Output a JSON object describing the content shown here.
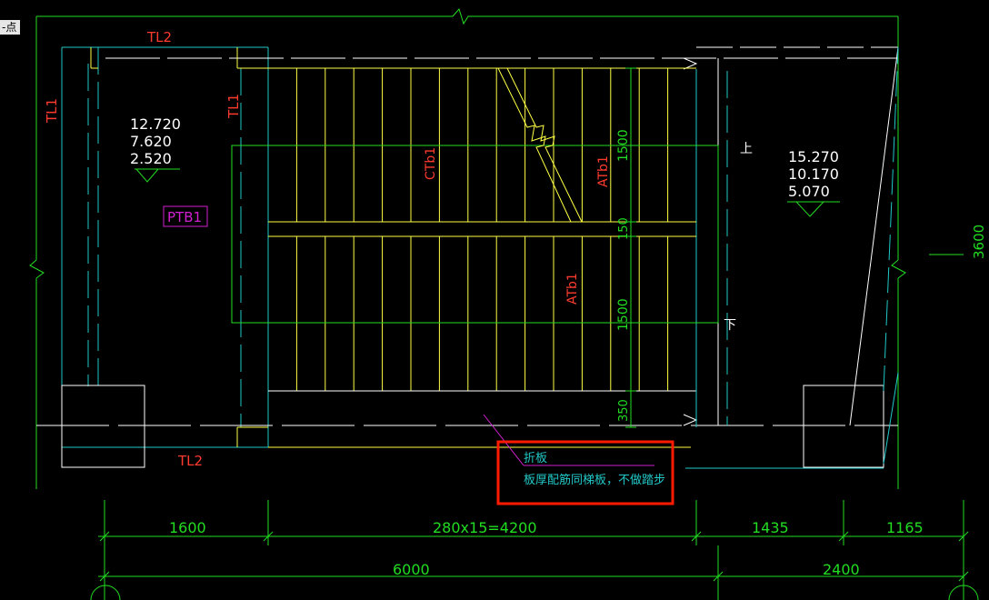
{
  "toolbar": {
    "corner_label": "-点"
  },
  "colors": {
    "background": "#000000",
    "green": "#22dd22",
    "white": "#ffffff",
    "yellow": "#ffff44",
    "cyan": "#22c8c8",
    "red": "#ff3b2f",
    "magenta": "#d020d0",
    "highlight": "#ff1a00"
  },
  "beams": {
    "tl2_top": "TL2",
    "tl2_bottom": "TL2",
    "tl1_left": "TL1",
    "tl1_mid": "TL1"
  },
  "elevations": {
    "left": [
      "12.720",
      "7.620",
      "2.520"
    ],
    "right": [
      "15.270",
      "10.170",
      "5.070"
    ]
  },
  "slabs": {
    "ptb1": "PTB1",
    "ctb1": "CTb1",
    "atb1_upper": "ATb1",
    "atb1_lower": "ATb1"
  },
  "stair_dims": {
    "upper_flight": "1500",
    "landing_gap": "150",
    "lower_flight": "1500",
    "bottom": "350"
  },
  "direction": {
    "up": "上",
    "down": "下"
  },
  "side_dim": "3600",
  "note": {
    "line1": "折板",
    "line2": "板厚配筋同梯板，不做踏步"
  },
  "dimensions": {
    "row1": [
      "1600",
      "280x15=4200",
      "1435",
      "1165"
    ],
    "row2": [
      "6000",
      "2400"
    ]
  }
}
